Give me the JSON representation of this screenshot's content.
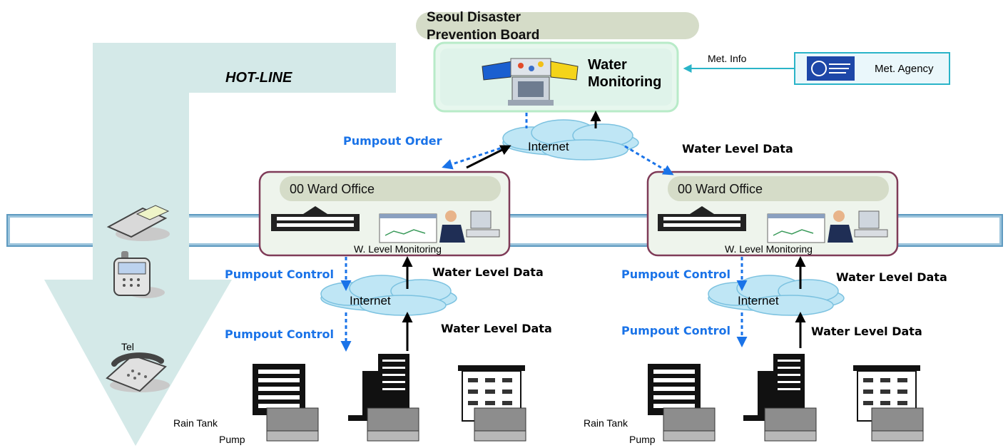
{
  "header": {
    "board_title": "Seoul Disaster Prevention Board"
  },
  "central": {
    "title_line1": "Water",
    "title_line2": "Monitoring"
  },
  "met": {
    "info_label": "Met. Info",
    "agency_label": "Met. Agency"
  },
  "hotline": {
    "label": "HOT-LINE",
    "tel_label": "Tel"
  },
  "labels": {
    "internet": "Internet",
    "pumpout_order": "Pumpout Order",
    "pumpout_control": "Pumpout Control",
    "water_level_data": "Water Level Data",
    "ward_office": "00 Ward Office",
    "w_level_monitoring": "W. Level Monitoring",
    "rain_tank": "Rain Tank",
    "pump": "Pump"
  },
  "colors": {
    "hotline_arrow": "#d4e9e8",
    "central_border": "#b8ebc8",
    "central_fill": "#e7f7ee",
    "ward_border": "#7f3b58",
    "ward_fill": "#eef4ec",
    "title_pill": "#d5dcc8",
    "cloud": "#bfe6f5",
    "agency_border": "#2ab4c8",
    "blue_text": "#1a73e8",
    "band": "#e9f3f8"
  }
}
